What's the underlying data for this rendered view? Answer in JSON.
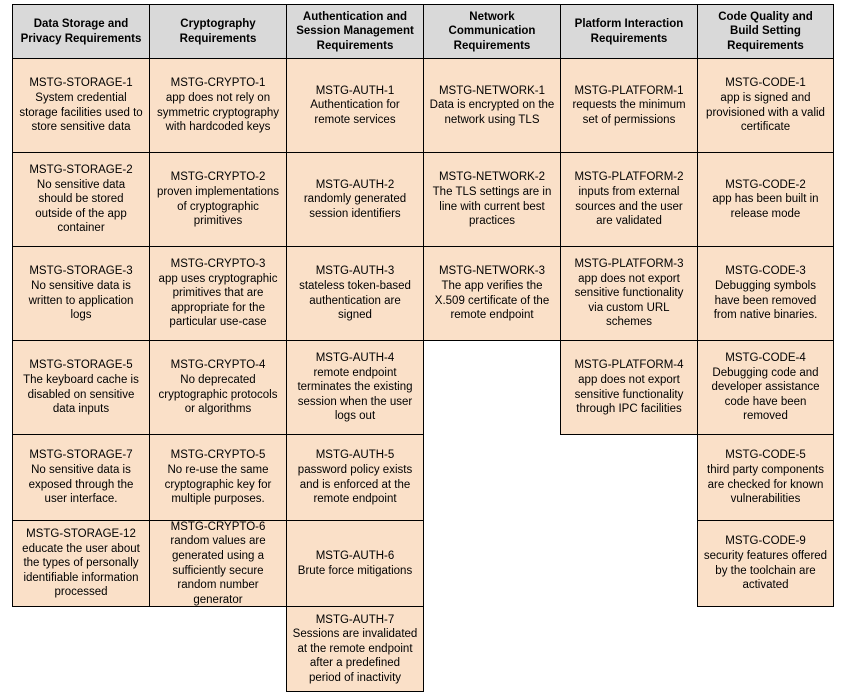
{
  "table": {
    "header_background": "#d9d9d9",
    "cell_background": "#fae0c8",
    "border_color": "#000000",
    "columns": [
      {
        "id": "data-storage-and-privacy",
        "header": "Data Storage and\nPrivacy Requirements",
        "cells": [
          {
            "id": "MSTG-STORAGE-1",
            "text": "MSTG-STORAGE-1\nSystem credential\nstorage facilities used to\nstore sensitive data",
            "height": 95
          },
          {
            "id": "MSTG-STORAGE-2",
            "text": "MSTG-STORAGE-2\nNo sensitive data\nshould be stored\noutside of the app\ncontainer",
            "height": 95
          },
          {
            "id": "MSTG-STORAGE-3",
            "text": "MSTG-STORAGE-3\nNo sensitive data is\nwritten to application\nlogs",
            "height": 95
          },
          {
            "id": "MSTG-STORAGE-5",
            "text": "MSTG-STORAGE-5\nThe keyboard cache is\ndisabled on sensitive\ndata inputs",
            "height": 95
          },
          {
            "id": "MSTG-STORAGE-7",
            "text": "MSTG-STORAGE-7\nNo sensitive data is\nexposed through the\nuser interface.",
            "height": 87
          },
          {
            "id": "MSTG-STORAGE-12",
            "text": "MSTG-STORAGE-12\neducate the user about\nthe types of personally\nidentifiable information\nprocessed",
            "height": 87
          }
        ]
      },
      {
        "id": "cryptography",
        "header": "Cryptography\nRequirements",
        "cells": [
          {
            "id": "MSTG-CRYPTO-1",
            "text": "MSTG-CRYPTO-1\napp does not rely on\nsymmetric cryptography\nwith hardcoded keys",
            "height": 95
          },
          {
            "id": "MSTG-CRYPTO-2",
            "text": "MSTG-CRYPTO-2\nproven implementations\nof cryptographic\nprimitives",
            "height": 95
          },
          {
            "id": "MSTG-CRYPTO-3",
            "text": "MSTG-CRYPTO-3\napp uses cryptographic\nprimitives that are\nappropriate for the\nparticular use-case",
            "height": 95
          },
          {
            "id": "MSTG-CRYPTO-4",
            "text": "MSTG-CRYPTO-4\nNo deprecated\ncryptographic protocols\nor algorithms",
            "height": 95
          },
          {
            "id": "MSTG-CRYPTO-5",
            "text": "MSTG-CRYPTO-5\nNo re-use the same\ncryptographic key for\nmultiple purposes.",
            "height": 87
          },
          {
            "id": "MSTG-CRYPTO-6",
            "text": "MSTG-CRYPTO-6\nrandom values are\ngenerated using a\nsufficiently secure\nrandom number\ngenerator",
            "height": 87
          }
        ]
      },
      {
        "id": "authentication-and-session-management",
        "header": "Authentication and\nSession Management\nRequirements",
        "cells": [
          {
            "id": "MSTG-AUTH-1",
            "text": "MSTG-AUTH-1\nAuthentication for\nremote services",
            "height": 95
          },
          {
            "id": "MSTG-AUTH-2",
            "text": "MSTG-AUTH-2\nrandomly generated\nsession identifiers",
            "height": 95
          },
          {
            "id": "MSTG-AUTH-3",
            "text": "MSTG-AUTH-3\nstateless token-based\nauthentication are\nsigned",
            "height": 95
          },
          {
            "id": "MSTG-AUTH-4",
            "text": "MSTG-AUTH-4\nremote endpoint\nterminates the existing\nsession when the user\nlogs out",
            "height": 95
          },
          {
            "id": "MSTG-AUTH-5",
            "text": "MSTG-AUTH-5\npassword policy exists\nand is enforced at the\nremote endpoint",
            "height": 87
          },
          {
            "id": "MSTG-AUTH-6",
            "text": "MSTG-AUTH-6\nBrute force mitigations",
            "height": 87
          },
          {
            "id": "MSTG-AUTH-7",
            "text": "MSTG-AUTH-7\nSessions are invalidated\nat the remote endpoint\nafter a predefined\nperiod of inactivity",
            "height": 86
          }
        ]
      },
      {
        "id": "network-communication",
        "header": "Network\nCommunication\nRequirements",
        "cells": [
          {
            "id": "MSTG-NETWORK-1",
            "text": "MSTG-NETWORK-1\nData is encrypted on the\nnetwork using TLS",
            "height": 95
          },
          {
            "id": "MSTG-NETWORK-2",
            "text": "MSTG-NETWORK-2\nThe TLS settings are in\nline with current best\npractices",
            "height": 95
          },
          {
            "id": "MSTG-NETWORK-3",
            "text": "MSTG-NETWORK-3\nThe app verifies the\nX.509 certificate of the\nremote endpoint",
            "height": 95
          }
        ]
      },
      {
        "id": "platform-interaction",
        "header": "Platform Interaction\nRequirements",
        "cells": [
          {
            "id": "MSTG-PLATFORM-1",
            "text": "MSTG-PLATFORM-1\nrequests the minimum\nset of permissions",
            "height": 95
          },
          {
            "id": "MSTG-PLATFORM-2",
            "text": "MSTG-PLATFORM-2\ninputs from external\nsources and the user\nare validated",
            "height": 95
          },
          {
            "id": "MSTG-PLATFORM-3",
            "text": "MSTG-PLATFORM-3\napp does not export\nsensitive functionality\nvia custom URL\nschemes",
            "height": 95
          },
          {
            "id": "MSTG-PLATFORM-4",
            "text": "MSTG-PLATFORM-4\napp does not export\nsensitive functionality\nthrough IPC facilities",
            "height": 95
          }
        ]
      },
      {
        "id": "code-quality-and-build-setting",
        "header": "Code Quality and\nBuild Setting\nRequirements",
        "cells": [
          {
            "id": "MSTG-CODE-1",
            "text": "MSTG-CODE-1\napp is signed and\nprovisioned with a valid\ncertificate",
            "height": 95
          },
          {
            "id": "MSTG-CODE-2",
            "text": "MSTG-CODE-2\napp has been built in\nrelease mode",
            "height": 95
          },
          {
            "id": "MSTG-CODE-3",
            "text": "MSTG-CODE-3\nDebugging symbols\nhave been removed\nfrom native binaries.",
            "height": 95
          },
          {
            "id": "MSTG-CODE-4",
            "text": "MSTG-CODE-4\nDebugging code and\ndeveloper assistance\ncode have been\nremoved",
            "height": 95
          },
          {
            "id": "MSTG-CODE-5",
            "text": "MSTG-CODE-5\nthird party components\nare checked for known\nvulnerabilities",
            "height": 87
          },
          {
            "id": "MSTG-CODE-9",
            "text": "MSTG-CODE-9\nsecurity features offered\nby the toolchain are\nactivated",
            "height": 87
          }
        ]
      }
    ]
  }
}
